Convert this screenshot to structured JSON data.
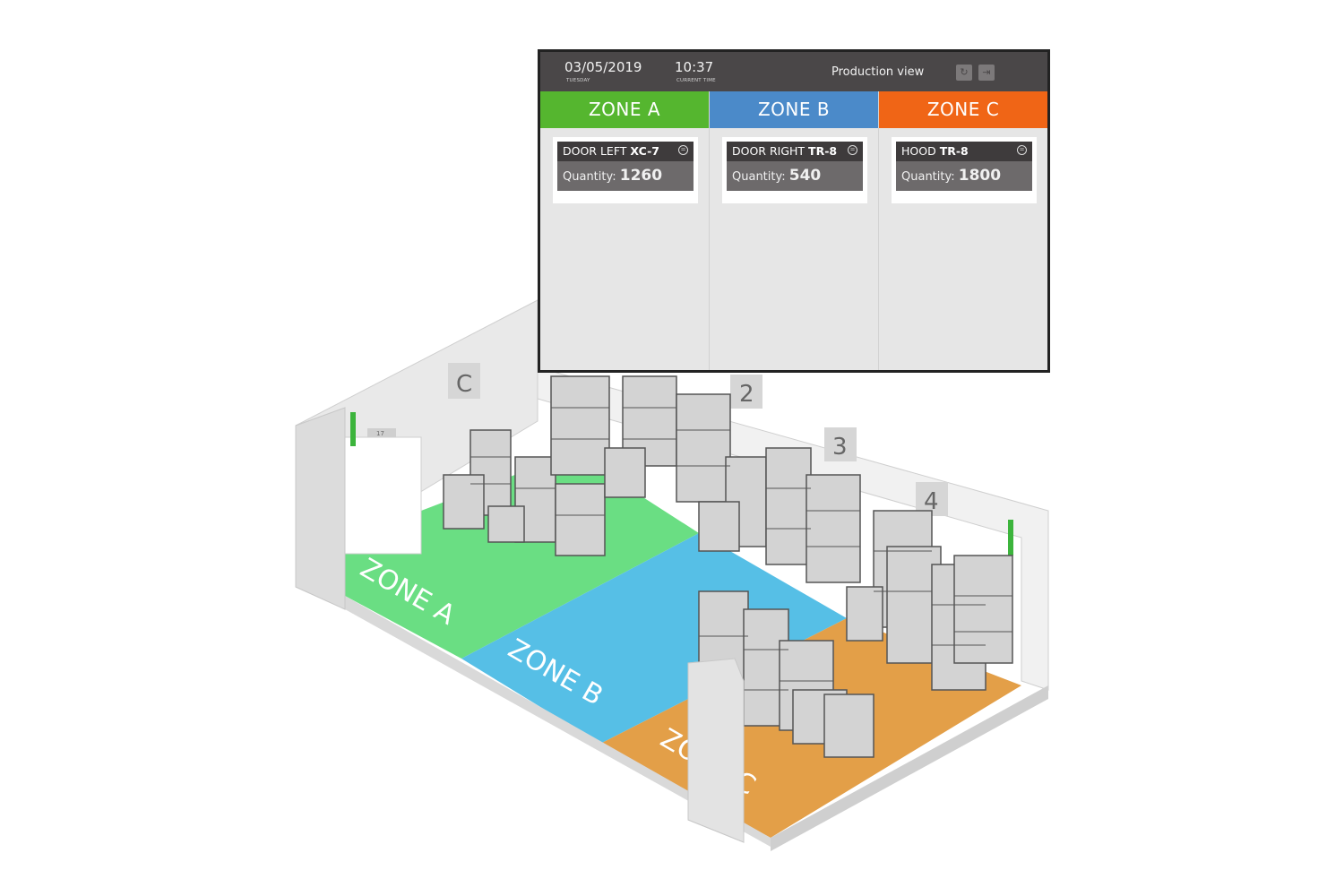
{
  "panel": {
    "date": "03/05/2019",
    "day": "TUESDAY",
    "time": "10:37",
    "time_caption": "CURRENT TIME",
    "view_title": "Production view",
    "zones": [
      {
        "name": "ZONE A",
        "color": "#55b62f",
        "card_name": "DOOR LEFT",
        "card_code": "XC-7",
        "qty_label": "Quantity:",
        "qty": "1260"
      },
      {
        "name": "ZONE B",
        "color": "#4b8ac9",
        "card_name": "DOOR RIGHT",
        "card_code": "TR-8",
        "qty_label": "Quantity:",
        "qty": "540"
      },
      {
        "name": "ZONE C",
        "color": "#f06516",
        "card_name": "HOOD",
        "card_code": "TR-8",
        "qty_label": "Quantity:",
        "qty": "1800"
      }
    ]
  },
  "warehouse": {
    "wall_labels": [
      "C",
      "2",
      "3",
      "4"
    ],
    "floor_labels": [
      "ZONE A",
      "ZONE B",
      "ZONE C"
    ],
    "door_number": "17",
    "floor_colors": {
      "zone_a": "#6ade83",
      "zone_b": "#56bfe6",
      "zone_c": "#e39f48"
    }
  }
}
